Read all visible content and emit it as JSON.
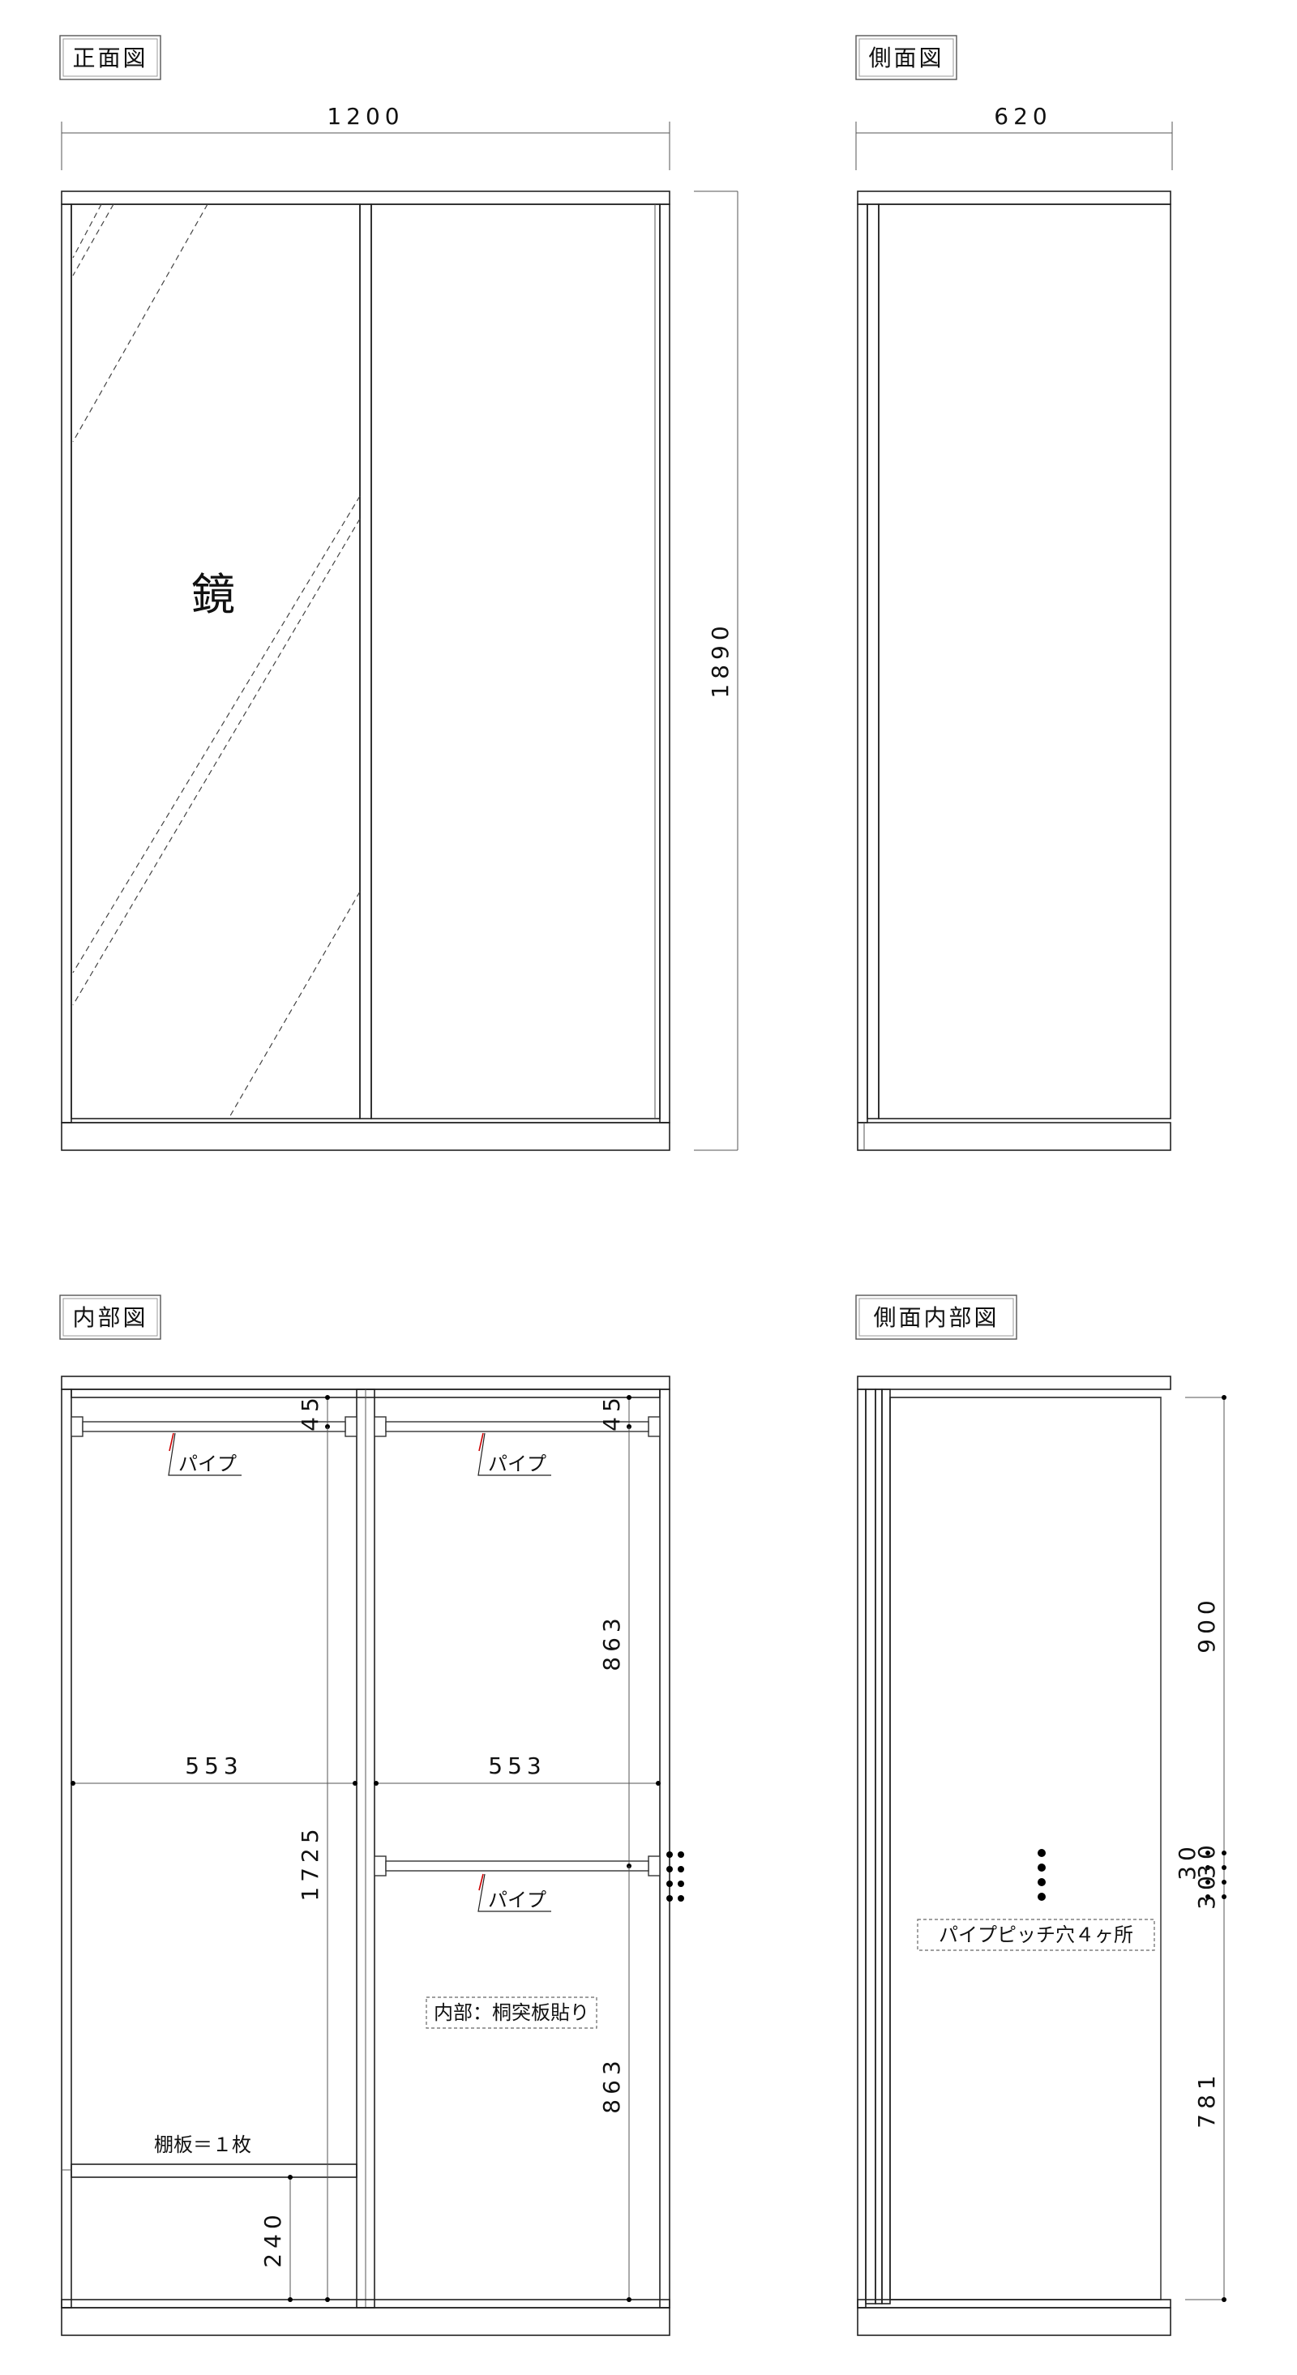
{
  "views": {
    "front": {
      "title": "正面図"
    },
    "side": {
      "title": "側面図"
    },
    "interior": {
      "title": "内部図"
    },
    "side_interior": {
      "title": "側面内部図"
    }
  },
  "labels": {
    "mirror": "鏡",
    "pipe": "パイプ",
    "interior_finish": "内部：桐突板貼り",
    "shelf_count": "棚板＝１枚",
    "pipe_pitch": "パイプピッチ穴４ヶ所"
  },
  "dimensions": {
    "front_width": "1200",
    "front_height": "1890",
    "side_depth": "620",
    "pipe_offset_left": "45",
    "pipe_offset_right": "45",
    "inner_width_left": "553",
    "inner_width_right": "553",
    "left_pipe_height": "1725",
    "shelf_height": "240",
    "right_upper_height": "863",
    "right_lower_height": "863",
    "side_top": "900",
    "side_pitch_1": "30",
    "side_pitch_2": "30",
    "side_pitch_3": "30",
    "side_bottom": "781"
  },
  "colors": {
    "line": "#222222",
    "accent": "#cc0000"
  }
}
